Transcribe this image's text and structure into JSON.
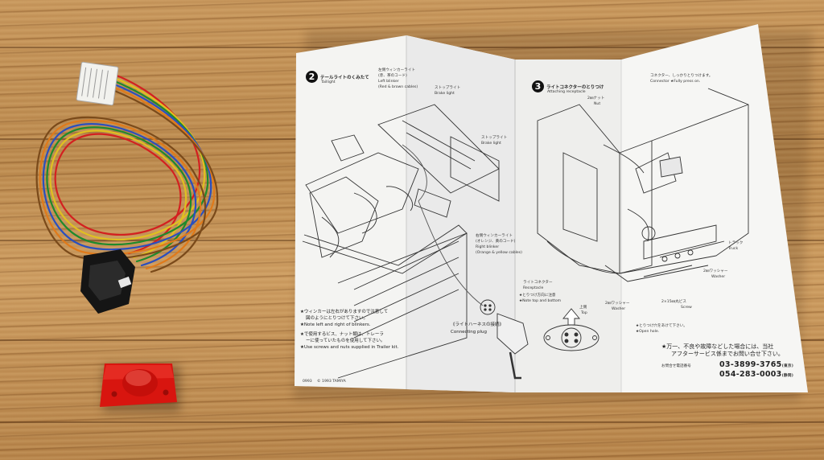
{
  "photo": {
    "surface_color": "#b98a52",
    "connector_color": "#f2f2ee",
    "plug_color": "#151515",
    "cover_color": "#d8150f",
    "wire_colors": [
      "#d32020",
      "#e0c020",
      "#1f8a2c",
      "#2a4fbf",
      "#e07a1a",
      "#7a4a1a"
    ]
  },
  "sheet": {
    "step2": {
      "number": "2",
      "title_jp": "テールライトのくみたて",
      "title_en": "Taillight",
      "left_blinker_jp": "左側ウィンカーライト",
      "left_blinker_jp2": "(赤、茶のコード)",
      "left_blinker_en": "Left blinker",
      "left_blinker_en2": "(Red & brown cables)",
      "brake_light_jp": "ストップライト",
      "brake_light_en": "Brake light",
      "brake_light2_jp": "ストップライト",
      "brake_light2_en": "Brake light",
      "right_blinker_jp": "右側ウィンカーライト",
      "right_blinker_jp2": "(オレンジ、黄のコード)",
      "right_blinker_en": "Right blinker",
      "right_blinker_en2": "(Orange & yellow cables)",
      "note1_jp": "★ウィンカーは左右がありますので注意して",
      "note1_jp2": "図のようにとりつけて下さい。",
      "note1_en": "★Note left and right of blinkers.",
      "note2_jp": "★で使用するビス、ナット類は、トレーラ",
      "note2_jp2": "ーに使っていたものを使用して下さい。",
      "note2_en": "★Use screws and nuts supplied in Trailer kit.",
      "harness_jp": "《ライトハーネスの接続》",
      "harness_en": "Connecting plug"
    },
    "step3": {
      "number": "3",
      "title_jp": "ライトコネクターのとりつけ",
      "title_en": "Attaching receptacle",
      "nut_jp": "2㎜ナット",
      "nut_en": "Nut",
      "connector_jp": "コネクター、しっかりとりつけます。",
      "connector_en": "Connector ★Fully press on.",
      "truck_jp": "トラック",
      "truck_en": "Truck",
      "washer_jp": "2㎜ワッシャー",
      "washer_en": "Washer",
      "washer2_jp": "2㎜ワッシャー",
      "washer2_en": "Washer",
      "screw_jp": "2×15㎜丸ビス",
      "screw_en": "Screw",
      "receptacle_jp": "ライトコネクター",
      "receptacle_en": "Receptacle",
      "direction_jp": "★とりつけ方向に注意",
      "direction_en": "★Note top and bottom",
      "top_jp": "上側",
      "top_en": "Top",
      "open_hole_jp": "★とりつけ穴をあけて下さい。",
      "open_hole_en": "★Open hole."
    },
    "footer": {
      "service_note_jp": "★万一、不良や故障などした場合には、当社",
      "service_note_jp2": "アフターサービス係までお問い合せ下さい。",
      "contact_label_jp": "お問合せ電話番号",
      "phone1": "03-3899-3765",
      "phone1_city": "(東京)",
      "phone2": "054-283-0003",
      "phone2_city": "(静岡)",
      "doc_code": "0993",
      "copyright": "© 1993 TAMIYA"
    }
  }
}
